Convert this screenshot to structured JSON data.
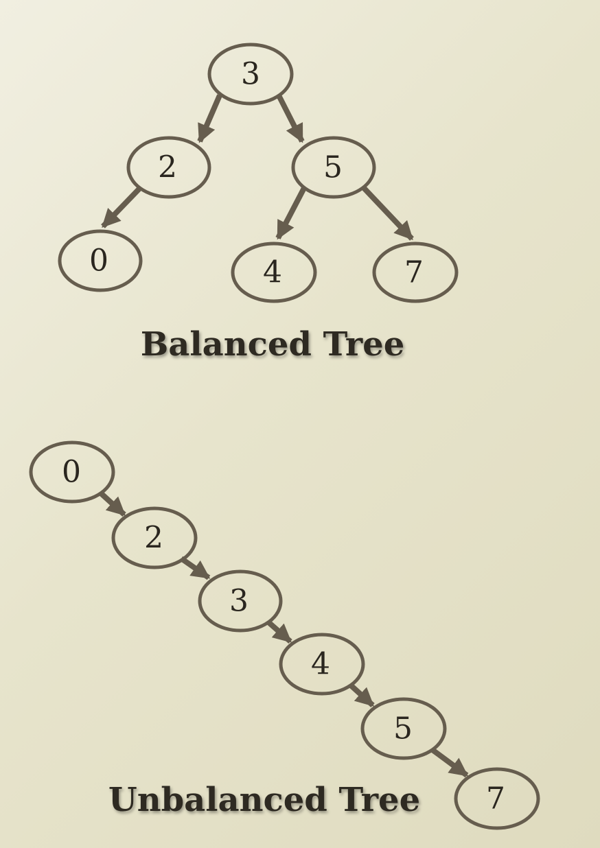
{
  "colors": {
    "stroke": "#665d4e",
    "text": "#2a261f",
    "title": "#2f2b22"
  },
  "balanced": {
    "title": "Balanced Tree",
    "nodes": {
      "root": "3",
      "left": "2",
      "right": "5",
      "left_left": "0",
      "right_left": "4",
      "right_right": "7"
    }
  },
  "unbalanced": {
    "title": "Unbalanced Tree",
    "nodes": {
      "n1": "0",
      "n2": "2",
      "n3": "3",
      "n4": "4",
      "n5": "5",
      "n6": "7"
    }
  }
}
